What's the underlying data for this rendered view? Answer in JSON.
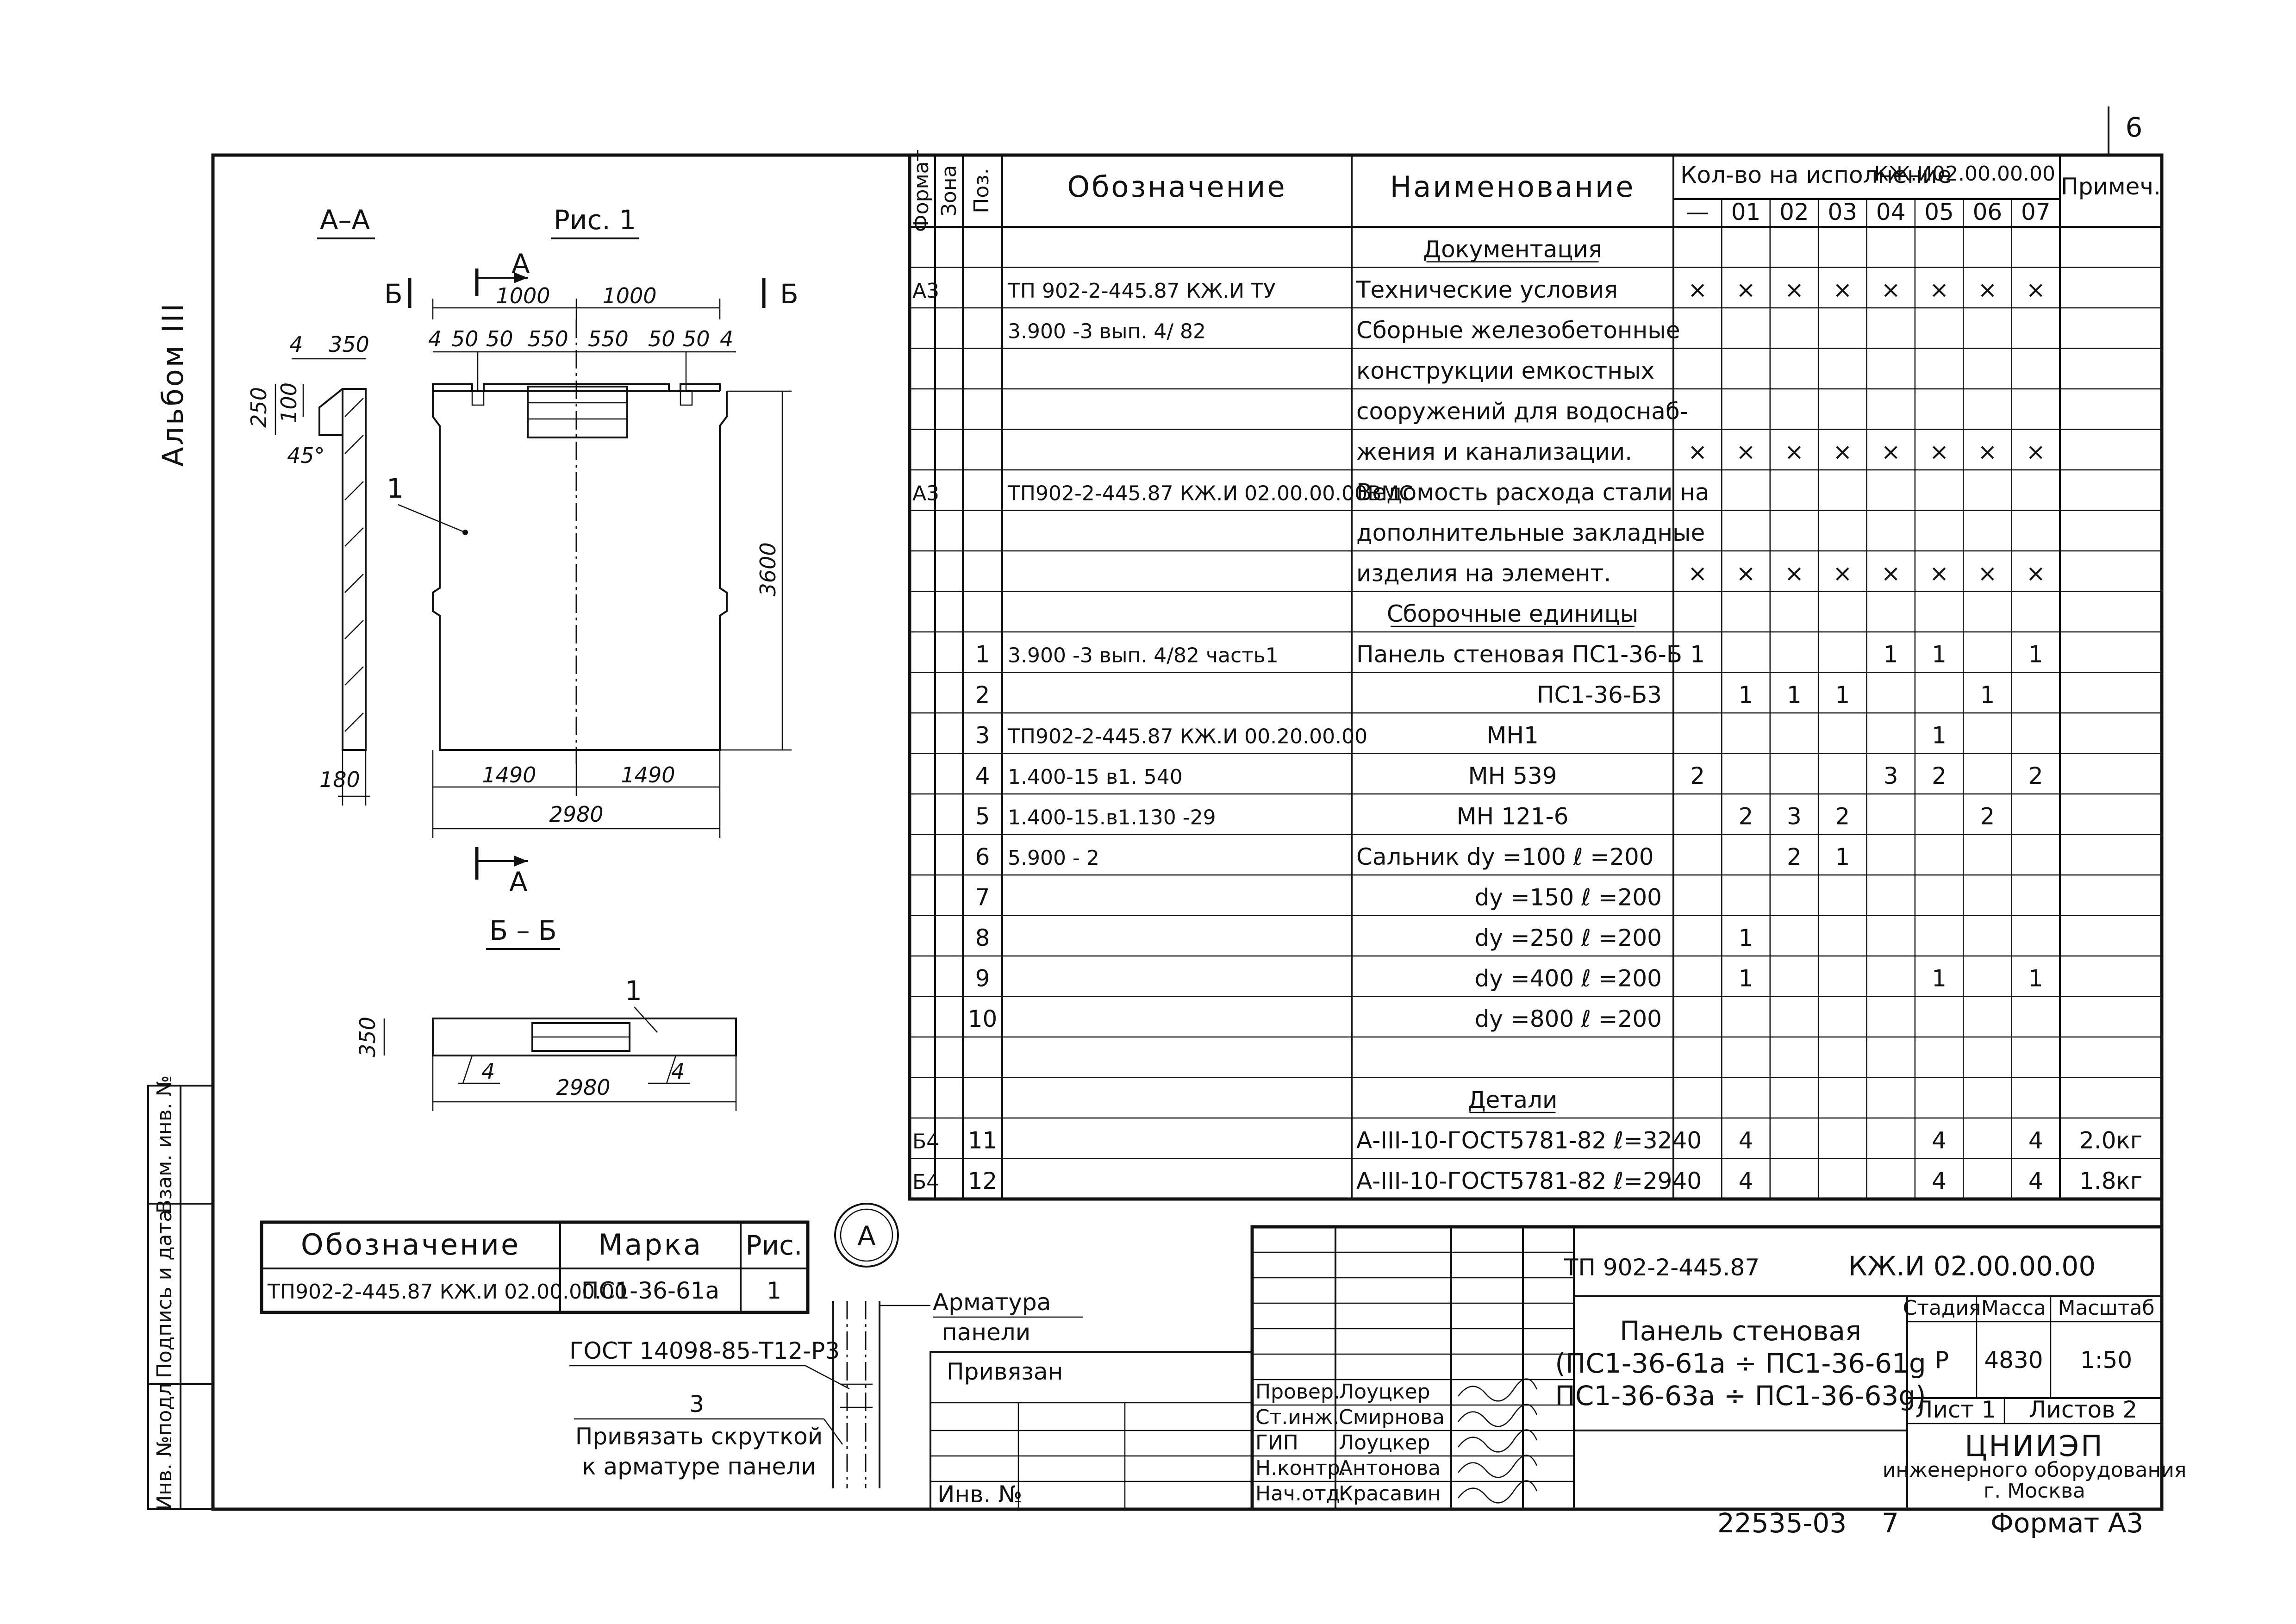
{
  "sheet_number": "6",
  "album": "Альбом III",
  "stamp_circle": "А",
  "drawing": {
    "section_aa": "А–А",
    "fig1": "Рис. 1",
    "section_bb": "Б – Б",
    "label_b": "Б",
    "label_a": "А",
    "pos1": "1",
    "pos4": "4",
    "dims": {
      "d1000a": "1000",
      "d1000b": "1000",
      "d4l": "4",
      "d50a": "50",
      "d50b": "50",
      "d550a": "550",
      "d550b": "550",
      "d50c": "50",
      "d50d": "50",
      "d4r": "4",
      "d3600": "3600",
      "d1490a": "1490",
      "d1490b": "1490",
      "d2980": "2980",
      "sec4": "4",
      "sec350": "350",
      "sec250": "250",
      "sec100": "100",
      "sec45": "45°",
      "sec180": "180",
      "bb350": "350",
      "bb2980": "2980"
    }
  },
  "spec_headers": {
    "format": "Формат",
    "zone": "Зона",
    "pos": "Поз.",
    "designation": "Обозначение",
    "name": "Наименование",
    "qty": "Кол-во на исполнение",
    "qty_code": "КЖ.И02.00.00.00",
    "note": "Примеч.",
    "variants": [
      "—",
      "01",
      "02",
      "03",
      "04",
      "05",
      "06",
      "07"
    ]
  },
  "spec_rows": [
    {
      "fmt": "",
      "pos": "",
      "des": "",
      "name": "Документация",
      "q": [
        "",
        "",
        "",
        "",
        "",
        "",
        "",
        ""
      ],
      "note": "",
      "section": true
    },
    {
      "fmt": "А3",
      "pos": "",
      "des": "ТП 902-2-445.87      КЖ.И ТУ",
      "name": "Технические условия",
      "q": [
        "×",
        "×",
        "×",
        "×",
        "×",
        "×",
        "×",
        "×"
      ],
      "note": ""
    },
    {
      "fmt": "",
      "pos": "",
      "des": "3.900 -3  вып. 4/ 82",
      "name": "Сборные железобетонные",
      "q": [
        "",
        "",
        "",
        "",
        "",
        "",
        "",
        ""
      ],
      "note": ""
    },
    {
      "fmt": "",
      "pos": "",
      "des": "",
      "name": "конструкции емкостных",
      "q": [
        "",
        "",
        "",
        "",
        "",
        "",
        "",
        ""
      ],
      "note": ""
    },
    {
      "fmt": "",
      "pos": "",
      "des": "",
      "name": "сооружений для водоснаб-",
      "q": [
        "",
        "",
        "",
        "",
        "",
        "",
        "",
        ""
      ],
      "note": ""
    },
    {
      "fmt": "",
      "pos": "",
      "des": "",
      "name": "жения и канализации.",
      "q": [
        "×",
        "×",
        "×",
        "×",
        "×",
        "×",
        "×",
        "×"
      ],
      "note": ""
    },
    {
      "fmt": "А3",
      "pos": "",
      "des": "ТП902-2-445.87    КЖ.И 02.00.00.00ВМС",
      "name": "Ведомость расхода стали на",
      "q": [
        "",
        "",
        "",
        "",
        "",
        "",
        "",
        ""
      ],
      "note": ""
    },
    {
      "fmt": "",
      "pos": "",
      "des": "",
      "name": "дополнительные закладные",
      "q": [
        "",
        "",
        "",
        "",
        "",
        "",
        "",
        ""
      ],
      "note": ""
    },
    {
      "fmt": "",
      "pos": "",
      "des": "",
      "name": "изделия на элемент.",
      "q": [
        "×",
        "×",
        "×",
        "×",
        "×",
        "×",
        "×",
        "×"
      ],
      "note": ""
    },
    {
      "fmt": "",
      "pos": "",
      "des": "",
      "name": "Сборочные единицы",
      "q": [
        "",
        "",
        "",
        "",
        "",
        "",
        "",
        ""
      ],
      "note": "",
      "section": true
    },
    {
      "fmt": "",
      "pos": "1",
      "des": "3.900 -3 вып. 4/82 часть1",
      "name": "Панель стеновая ПС1-36-Б",
      "q": [
        "1",
        "",
        "",
        "",
        "1",
        "1",
        "",
        "1"
      ],
      "note": ""
    },
    {
      "fmt": "",
      "pos": "2",
      "des": "",
      "name": "ПС1-36-Б3",
      "q": [
        "",
        "1",
        "1",
        "1",
        "",
        "",
        "1",
        ""
      ],
      "note": "",
      "right": true
    },
    {
      "fmt": "",
      "pos": "3",
      "des": "ТП902-2-445.87      КЖ.И 00.20.00.00",
      "name": "МН1",
      "q": [
        "",
        "",
        "",
        "",
        "",
        "1",
        "",
        ""
      ],
      "note": "",
      "center": true
    },
    {
      "fmt": "",
      "pos": "4",
      "des": "1.400-15 в1. 540",
      "name": "МН 539",
      "q": [
        "2",
        "",
        "",
        "",
        "3",
        "2",
        "",
        "2"
      ],
      "note": "",
      "center": true
    },
    {
      "fmt": "",
      "pos": "5",
      "des": "1.400-15.в1.130 -29",
      "name": "МН 121-6",
      "q": [
        "",
        "2",
        "3",
        "2",
        "",
        "",
        "2",
        ""
      ],
      "note": "",
      "center": true
    },
    {
      "fmt": "",
      "pos": "6",
      "des": "5.900 - 2",
      "name": "Сальник dу =100  ℓ =200",
      "q": [
        "",
        "",
        "2",
        "1",
        "",
        "",
        "",
        ""
      ],
      "note": ""
    },
    {
      "fmt": "",
      "pos": "7",
      "des": "",
      "name": "dу =150  ℓ =200",
      "q": [
        "",
        "",
        "",
        "",
        "",
        "",
        "",
        ""
      ],
      "note": "",
      "right": true
    },
    {
      "fmt": "",
      "pos": "8",
      "des": "",
      "name": "dу =250  ℓ =200",
      "q": [
        "",
        "1",
        "",
        "",
        "",
        "",
        "",
        ""
      ],
      "note": "",
      "right": true
    },
    {
      "fmt": "",
      "pos": "9",
      "des": "",
      "name": "dу =400  ℓ =200",
      "q": [
        "",
        "1",
        "",
        "",
        "",
        "1",
        "",
        "1"
      ],
      "note": "",
      "right": true
    },
    {
      "fmt": "",
      "pos": "10",
      "des": "",
      "name": "dу =800  ℓ =200",
      "q": [
        "",
        "",
        "",
        "",
        "",
        "",
        "",
        ""
      ],
      "note": "",
      "right": true
    },
    {
      "fmt": "",
      "pos": "",
      "des": "",
      "name": "",
      "q": [
        "",
        "",
        "",
        "",
        "",
        "",
        "",
        ""
      ],
      "note": ""
    },
    {
      "fmt": "",
      "pos": "",
      "des": "",
      "name": "Детали",
      "q": [
        "",
        "",
        "",
        "",
        "",
        "",
        "",
        ""
      ],
      "note": "",
      "section": true
    },
    {
      "fmt": "Б4",
      "pos": "11",
      "des": "",
      "name": "А-III-10-ГОСТ5781-82 ℓ=3240",
      "q": [
        "",
        "4",
        "",
        "",
        "",
        "4",
        "",
        "4"
      ],
      "note": "2.0кг"
    },
    {
      "fmt": "Б4",
      "pos": "12",
      "des": "",
      "name": "А-III-10-ГОСТ5781-82 ℓ=2940",
      "q": [
        "",
        "4",
        "",
        "",
        "",
        "4",
        "",
        "4"
      ],
      "note": "1.8кг"
    }
  ],
  "marks_table": {
    "h_des": "Обозначение",
    "h_mark": "Марка",
    "h_fig": "Рис.",
    "row_des": "ТП902-2-445.87      КЖ.И 02.00.00.00",
    "row_mark": "ПС1-36-61а",
    "row_fig": "1"
  },
  "notes": {
    "armatura": "Арматура",
    "paneli": "панели",
    "gost": "ГОСТ 14098-85-Т12-Р3",
    "num3": "3",
    "tie1": "Привязать скруткой",
    "tie2": "к арматуре панели"
  },
  "side_stamp": {
    "inv_podl": "Инв. №подл",
    "podpis": "Подпись и дата",
    "vzam": "Взам. инв. №"
  },
  "title_block": {
    "privyazan": "Привязан",
    "inv_no": "Инв. №",
    "code_left": "ТП 902-2-445.87",
    "code_right": "КЖ.И 02.00.00.00",
    "title1": "Панель стеновая",
    "title2": "(ПС1-36-61а ÷ ПС1-36-61g",
    "title3": "ПС1-36-63а ÷ ПС1-36-63g)",
    "stage_h": "Стадия",
    "mass_h": "Масса",
    "scale_h": "Масштаб",
    "stage": "Р",
    "mass": "4830",
    "scale": "1:50",
    "sheet": "Лист 1",
    "sheets": "Листов 2",
    "org1": "ЦНИИЭП",
    "org2": "инженерного оборудования",
    "org3": "г. Москва",
    "signers": [
      {
        "role": "Провер.",
        "name": "Лоуцкер"
      },
      {
        "role": "Ст.инж.",
        "name": "Смирнова"
      },
      {
        "role": "ГИП",
        "name": "Лоуцкер"
      },
      {
        "role": "Н.контр.",
        "name": "Антонова"
      },
      {
        "role": "Нач.отд.",
        "name": "Красавин"
      }
    ]
  },
  "footer": {
    "archive": "22535-03",
    "archive_num": "7",
    "format": "Формат А3"
  }
}
